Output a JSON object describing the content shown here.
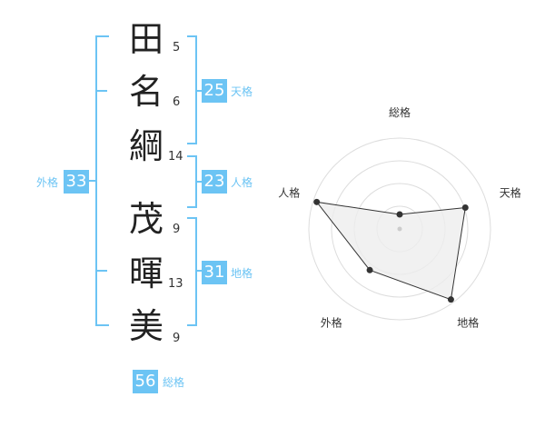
{
  "name": {
    "characters": [
      {
        "char": "田",
        "strokes": "5"
      },
      {
        "char": "名",
        "strokes": "6"
      },
      {
        "char": "綱",
        "strokes": "14"
      },
      {
        "char": "茂",
        "strokes": "9"
      },
      {
        "char": "暉",
        "strokes": "13"
      },
      {
        "char": "美",
        "strokes": "9"
      }
    ]
  },
  "fortunes": {
    "tenkaku": {
      "value": "25",
      "label": "天格"
    },
    "jinkaku": {
      "value": "23",
      "label": "人格"
    },
    "chikaku": {
      "value": "31",
      "label": "地格"
    },
    "gaikaku": {
      "value": "33",
      "label": "外格"
    },
    "soukaku": {
      "value": "56",
      "label": "総格"
    }
  },
  "chart_data": {
    "type": "radar",
    "axes": [
      "総格",
      "天格",
      "地格",
      "外格",
      "人格"
    ],
    "values": [
      1,
      4,
      5,
      3,
      5
    ],
    "max": 5,
    "rings": 4
  },
  "colors": {
    "accent": "#6cc4f4",
    "line": "#333333",
    "fill": "#eeeeee",
    "ring": "#dddddd"
  }
}
